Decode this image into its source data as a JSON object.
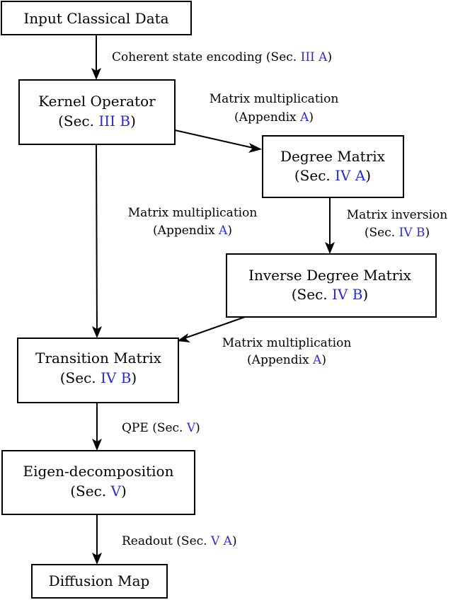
{
  "colors": {
    "stroke": "#000000",
    "ref": "#2a2ad0"
  },
  "nodes": {
    "input": {
      "line1": "Input Classical Data"
    },
    "kernel": {
      "line1": "Kernel Operator",
      "sec_prefix": "(Sec. ",
      "sec_ref": "III B",
      "sec_suffix": ")"
    },
    "degree": {
      "line1": "Degree Matrix",
      "sec_prefix": "(Sec. ",
      "sec_ref": "IV A",
      "sec_suffix": ")"
    },
    "inverse": {
      "line1": "Inverse Degree Matrix",
      "sec_prefix": "(Sec. ",
      "sec_ref": "IV B",
      "sec_suffix": ")"
    },
    "transition": {
      "line1": "Transition Matrix",
      "sec_prefix": "(Sec. ",
      "sec_ref": "IV B",
      "sec_suffix": ")"
    },
    "eigen": {
      "line1": "Eigen-decomposition",
      "sec_prefix": "(Sec. ",
      "sec_ref": "V",
      "sec_suffix": ")"
    },
    "diffusion": {
      "line1": "Diffusion Map"
    }
  },
  "edges": {
    "encoding": {
      "prefix": "Coherent state encoding (Sec. ",
      "ref": "III A",
      "suffix": ")"
    },
    "kernel_degree": {
      "line1": "Matrix multiplication",
      "prefix": "(Appendix ",
      "ref": "A",
      "suffix": ")"
    },
    "kernel_transition": {
      "line1": "Matrix multiplication",
      "prefix": "(Appendix ",
      "ref": "A",
      "suffix": ")"
    },
    "degree_inverse": {
      "line1": "Matrix inversion",
      "prefix": "(Sec. ",
      "ref": "IV B",
      "suffix": ")"
    },
    "inverse_transition": {
      "line1": "Matrix multiplication",
      "prefix": "(Appendix ",
      "ref": "A",
      "suffix": ")"
    },
    "qpe": {
      "prefix": "QPE (Sec. ",
      "ref": "V",
      "suffix": ")"
    },
    "readout": {
      "prefix": "Readout (Sec. ",
      "ref": "V A",
      "suffix": ")"
    }
  }
}
